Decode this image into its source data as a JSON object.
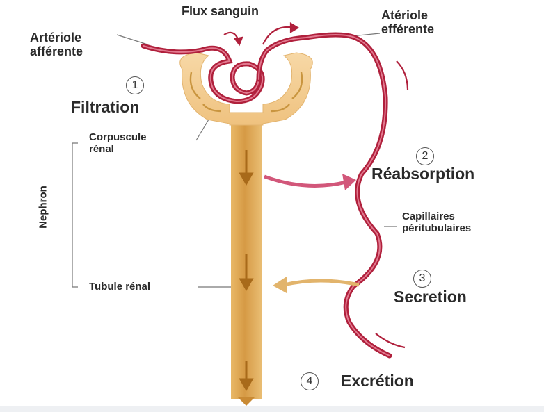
{
  "labels": {
    "blood_flow": "Flux sanguin",
    "afferent_arteriole": "Artériole\nafférente",
    "efferent_arteriole": "Atériole\nefférente",
    "renal_corpuscle": "Corpuscule\nrénal",
    "nephron": "Nephron",
    "renal_tubule": "Tubule rénal",
    "peritubular_capillaries": "Capillaires\npéritubulaires"
  },
  "steps": [
    {
      "number": "1",
      "label": "Filtration"
    },
    {
      "number": "2",
      "label": "Réabsorption"
    },
    {
      "number": "3",
      "label": "Secretion"
    },
    {
      "number": "4",
      "label": "Excrétion"
    }
  ],
  "colors": {
    "vessel": "#b0203c",
    "vessel_light": "#e06a82",
    "tubule": "#dba24d",
    "tubule_light": "#f6d29a",
    "arrow_tubule": "#a86a1a",
    "reabsorption_arrow": "#d2577a",
    "secretion_arrow": "#e2b46c"
  }
}
